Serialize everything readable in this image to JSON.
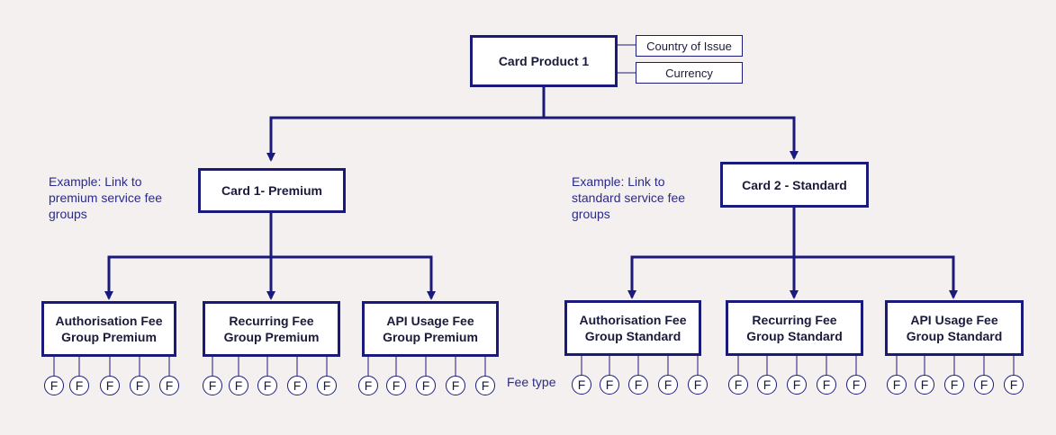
{
  "root": {
    "title": "Card Product 1",
    "attributes": [
      "Country of Issue",
      "Currency"
    ]
  },
  "cards": [
    {
      "title": "Card 1- Premium",
      "note": [
        "Example:  Link to",
        "premium service fee",
        "groups"
      ],
      "groups": [
        [
          "Authorisation Fee",
          "Group Premium"
        ],
        [
          "Recurring Fee",
          "Group Premium"
        ],
        [
          "API Usage Fee",
          "Group Premium"
        ]
      ]
    },
    {
      "title": "Card 2 - Standard",
      "note": [
        "Example:  Link to",
        "standard service fee",
        "groups"
      ],
      "groups": [
        [
          "Authorisation Fee",
          "Group Standard"
        ],
        [
          "Recurring Fee",
          "Group Standard"
        ],
        [
          "API Usage Fee",
          "Group Standard"
        ]
      ]
    }
  ],
  "fee_symbol": "F",
  "fee_type_label": "Fee type"
}
